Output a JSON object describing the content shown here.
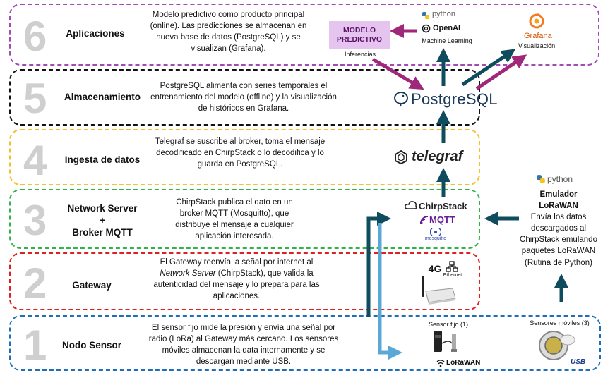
{
  "layers": [
    {
      "number": "6",
      "title": "Aplicaciones",
      "desc": "Modelo predictivo como producto principal (online). Las predicciones se almacenan en nueva base de datos (PostgreSQL) y se visualizan (Grafana).",
      "color": "#a24bb5"
    },
    {
      "number": "5",
      "title": "Almacenamiento",
      "desc": "PostgreSQL alimenta con series temporales el entrenamiento del modelo (offline) y la visualización de históricos en Grafana.",
      "color": "#111111"
    },
    {
      "number": "4",
      "title": "Ingesta de datos",
      "desc": "Telegraf se suscribe al broker, toma el mensaje decodificado en ChirpStack o lo decodifica y lo guarda en PostgreSQL.",
      "color": "#f2c12e"
    },
    {
      "number": "3",
      "title_line1": "Network Server",
      "title_line2": "+",
      "title_line3": "Broker MQTT",
      "desc": "ChirpStack publica el dato en un broker MQTT (Mosquitto), que distribuye el mensaje a cualquier aplicación interesada.",
      "color": "#2fb34a"
    },
    {
      "number": "2",
      "title": "Gateway",
      "desc_pre": "El Gateway reenvía la señal por internet al ",
      "desc_em": "Network Server",
      "desc_post": " (ChirpStack), que valida la autenticidad del mensaje y lo prepara para las aplicaciones.",
      "color": "#e02020"
    },
    {
      "number": "1",
      "title": "Nodo Sensor",
      "desc": "El sensor fijo mide la presión y envía una señal por radio (LoRa) al Gateway más cercano. Los sensores móviles almacenan la data internamente y se descargan mediante USB.",
      "color": "#1e6fb8"
    }
  ],
  "apps": {
    "modelo_label": "MODELO PREDICTIVO",
    "inferencias": "Inferencias",
    "python": "python",
    "openai": "OpenAI",
    "ml": "Machine Learning",
    "grafana": "Grafana",
    "visualizacion": "Visualización"
  },
  "storage": {
    "postgres": "PostgreSQL"
  },
  "ingest": {
    "telegraf": "telegraf"
  },
  "network": {
    "chirpstack": "ChirpStack",
    "mqtt": "MQTT",
    "mosquitto": "mosquitto"
  },
  "gateway": {
    "fourg": "4G",
    "ethernet": "Ethernet"
  },
  "sensor": {
    "fijo": "Sensor fijo (1)",
    "moviles": "Sensores móviles (3)",
    "lorawan": "LoRaWAN",
    "usb": "USB"
  },
  "emulator": {
    "python": "python",
    "title_line1": "Emulador",
    "title_line2": "LoRaWAN",
    "desc": "Envía los datos descargados al ChirpStack emulando paquetes LoRaWAN (Rutina de Python)"
  },
  "colors": {
    "arrow_teal": "#0f4d5e",
    "arrow_purple": "#a0287a",
    "arrow_blue": "#5aa8d6"
  }
}
